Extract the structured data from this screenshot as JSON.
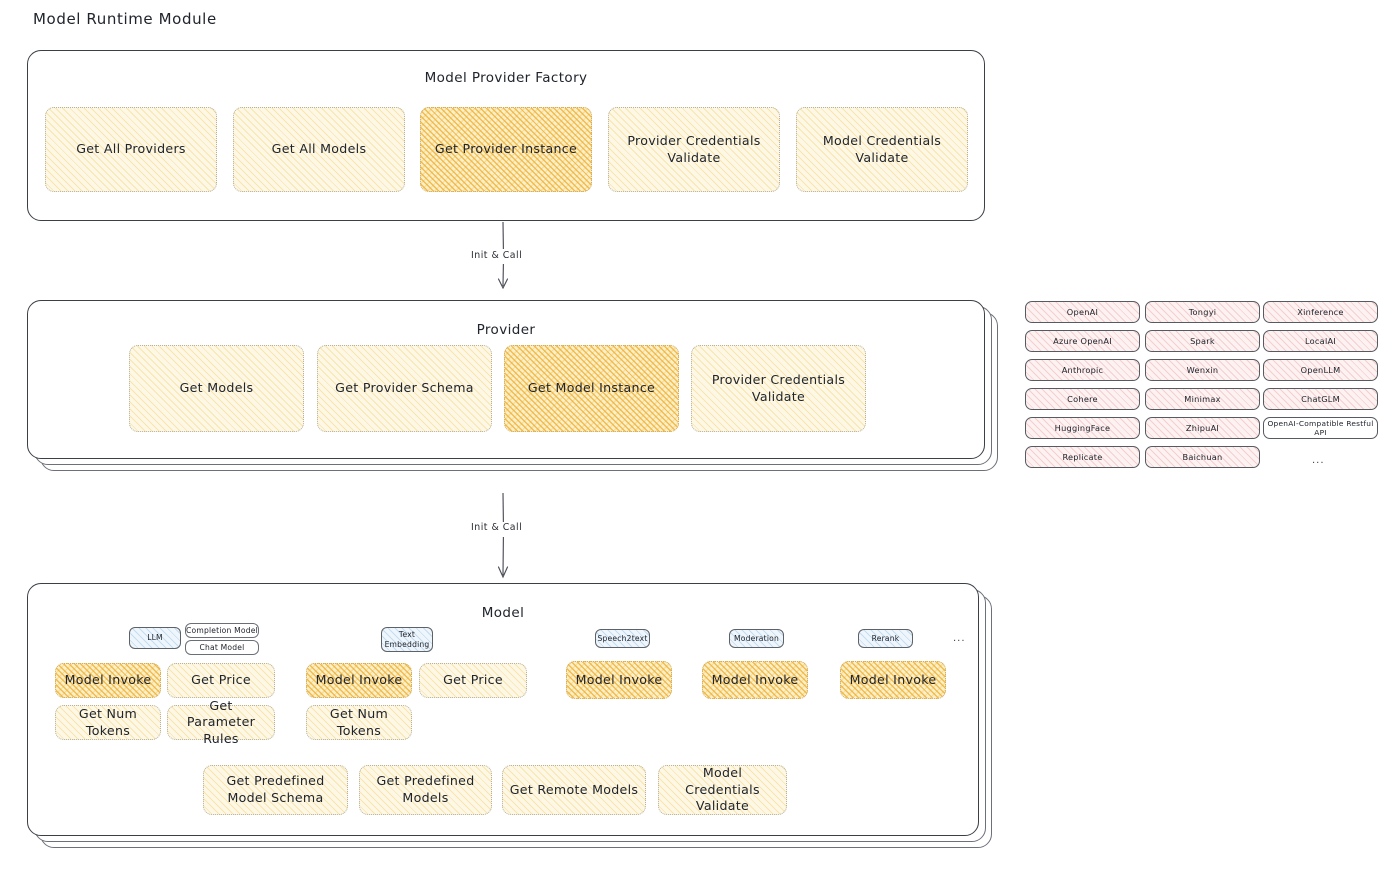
{
  "title": "Model Runtime Module",
  "sections": {
    "factory": {
      "title": "Model Provider Factory",
      "nodes": [
        {
          "label": "Get All Providers",
          "highlight": false
        },
        {
          "label": "Get All Models",
          "highlight": false
        },
        {
          "label": "Get Provider Instance",
          "highlight": true
        },
        {
          "label": "Provider Credentials Validate",
          "highlight": false
        },
        {
          "label": "Model Credentials Validate",
          "highlight": false
        }
      ]
    },
    "provider": {
      "title": "Provider",
      "nodes": [
        {
          "label": "Get Models",
          "highlight": false
        },
        {
          "label": "Get Provider Schema",
          "highlight": false
        },
        {
          "label": "Get Model Instance",
          "highlight": true
        },
        {
          "label": "Provider Credentials Validate",
          "highlight": false
        }
      ]
    },
    "model": {
      "title": "Model",
      "type_groups": [
        {
          "tag": "LLM",
          "subtags": [
            "Completion Model",
            "Chat Model"
          ],
          "nodes": [
            {
              "label": "Model Invoke",
              "highlight": true
            },
            {
              "label": "Get Price",
              "highlight": false
            },
            {
              "label": "Get Num Tokens",
              "highlight": false
            },
            {
              "label": "Get Parameter Rules",
              "highlight": false
            }
          ]
        },
        {
          "tag": "Text Embedding",
          "subtags": [],
          "nodes": [
            {
              "label": "Model Invoke",
              "highlight": true
            },
            {
              "label": "Get Price",
              "highlight": false
            },
            {
              "label": "Get Num Tokens",
              "highlight": false
            }
          ]
        },
        {
          "tag": "Speech2text",
          "subtags": [],
          "nodes": [
            {
              "label": "Model Invoke",
              "highlight": true
            }
          ]
        },
        {
          "tag": "Moderation",
          "subtags": [],
          "nodes": [
            {
              "label": "Model Invoke",
              "highlight": true
            }
          ]
        },
        {
          "tag": "Rerank",
          "subtags": [],
          "nodes": [
            {
              "label": "Model Invoke",
              "highlight": true
            }
          ]
        }
      ],
      "type_overflow": "...",
      "common_nodes": [
        {
          "label": "Get Predefined Model Schema"
        },
        {
          "label": "Get Predefined Models"
        },
        {
          "label": "Get Remote Models"
        },
        {
          "label": "Model Credentials Validate"
        }
      ]
    }
  },
  "arrows": [
    {
      "label": "Init & Call"
    },
    {
      "label": "Init & Call"
    }
  ],
  "provider_list": {
    "columns": [
      [
        "OpenAI",
        "Azure OpenAI",
        "Anthropic",
        "Cohere",
        "HuggingFace",
        "Replicate"
      ],
      [
        "Tongyi",
        "Spark",
        "Wenxin",
        "Minimax",
        "ZhipuAI",
        "Baichuan"
      ],
      [
        "Xinference",
        "LocalAI",
        "OpenLLM",
        "ChatGLM",
        "OpenAI-Compatible Restful API"
      ]
    ],
    "overflow": "..."
  },
  "colors": {
    "highlight_fill": "#eeb02c",
    "normal_fill": "#f3c85c",
    "provider_fill": "#e27a7a",
    "type_tag_fill": "#78aad7",
    "stroke": "#3b3f46"
  }
}
